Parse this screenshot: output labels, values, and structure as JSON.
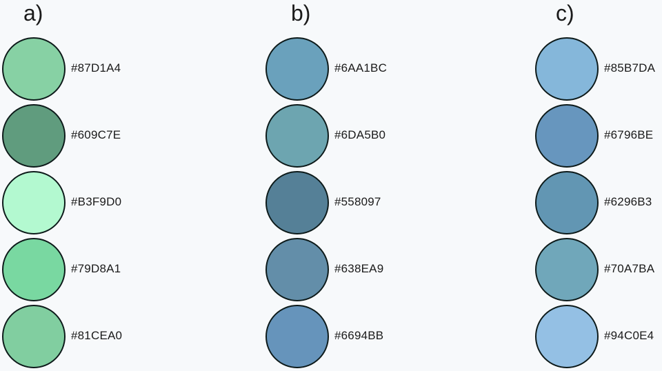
{
  "palettes": [
    {
      "label": "a)",
      "swatches": [
        {
          "code": "#87D1A4",
          "color": "#87D1A4"
        },
        {
          "code": "#609C7E",
          "color": "#609C7E"
        },
        {
          "code": "#B3F9D0",
          "color": "#B3F9D0"
        },
        {
          "code": "#79D8A1",
          "color": "#79D8A1"
        },
        {
          "code": "#81CEA0",
          "color": "#81CEA0"
        }
      ]
    },
    {
      "label": "b)",
      "swatches": [
        {
          "code": "#6AA1BC",
          "color": "#6AA1BC"
        },
        {
          "code": "#6DA5B0",
          "color": "#6DA5B0"
        },
        {
          "code": "#558097",
          "color": "#558097"
        },
        {
          "code": "#638EA9",
          "color": "#638EA9"
        },
        {
          "code": "#6694BB",
          "color": "#6694BB"
        }
      ]
    },
    {
      "label": "c)",
      "swatches": [
        {
          "code": "#85B7DA",
          "color": "#85B7DA"
        },
        {
          "code": "#6796BE",
          "color": "#6796BE"
        },
        {
          "code": "#6296B3",
          "color": "#6296B3"
        },
        {
          "code": "#70A7BA",
          "color": "#70A7BA"
        },
        {
          "code": "#94C0E4",
          "color": "#94C0E4"
        }
      ]
    }
  ]
}
